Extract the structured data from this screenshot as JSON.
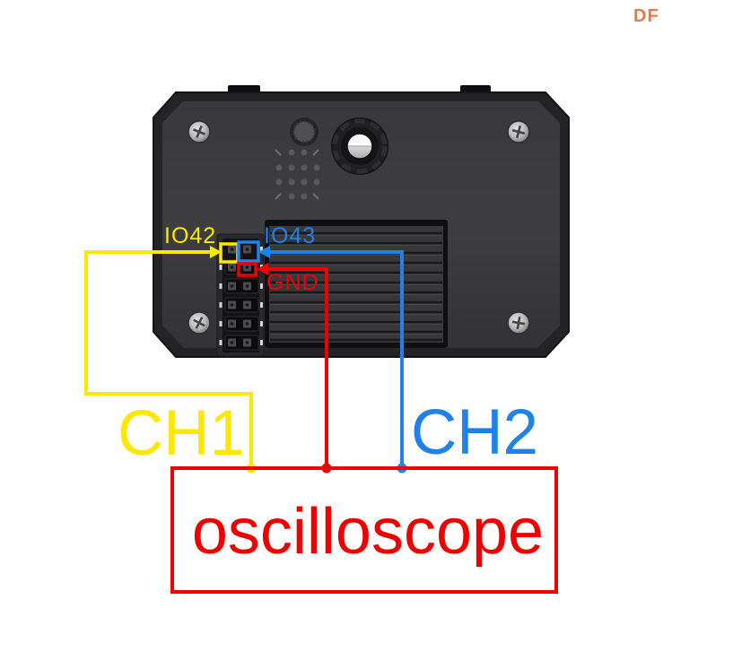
{
  "logo": {
    "text": "DF",
    "color": "#E57A47"
  },
  "diagram": {
    "pins": [
      {
        "label": "IO42",
        "color": "#FFE800"
      },
      {
        "label": "IO43",
        "color": "#1E82E8"
      },
      {
        "label": "GND",
        "color": "#EC0000"
      }
    ],
    "channels": [
      {
        "label": "CH1",
        "color": "#FFE800"
      },
      {
        "label": "CH2",
        "color": "#1E82E8"
      }
    ],
    "instrument": {
      "label": "oscilloscope",
      "color": "#EC0000"
    }
  }
}
